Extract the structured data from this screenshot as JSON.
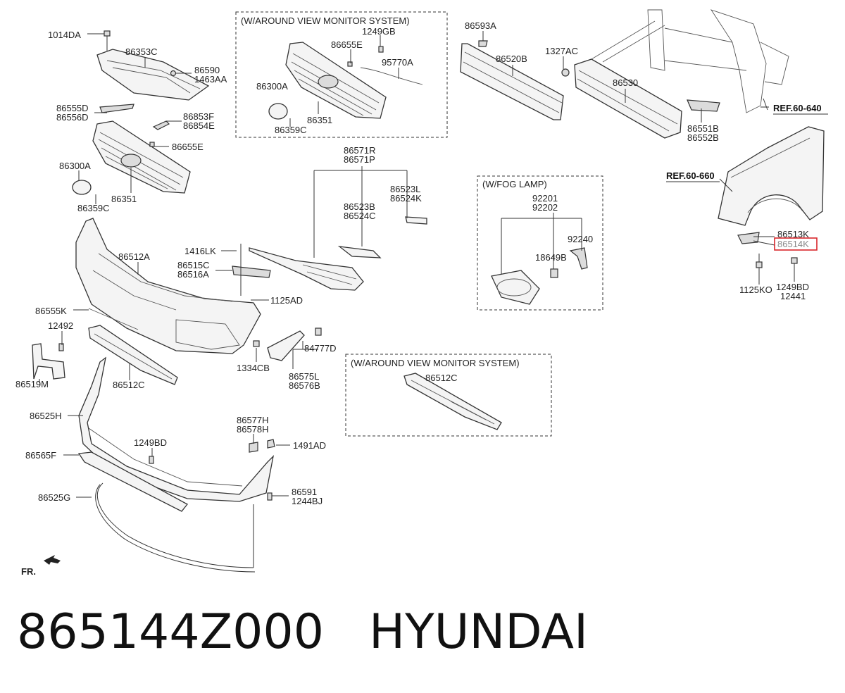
{
  "boxes": {
    "avm_top": "(W/AROUND VIEW MONITOR SYSTEM)",
    "fog": "(W/FOG LAMP)",
    "avm_bottom": "(W/AROUND VIEW MONITOR SYSTEM)"
  },
  "refs": {
    "ref640": "REF.60-640",
    "ref660": "REF.60-660"
  },
  "fr": "FR.",
  "labels": {
    "l1014DA": "1014DA",
    "l86353C": "86353C",
    "l86590": "86590",
    "l1463AA": "1463AA",
    "l86555D": "86555D",
    "l86556D": "86556D",
    "l86853F": "86853F",
    "l86854E": "86854E",
    "l86655E_a": "86655E",
    "l86300A_a": "86300A",
    "l86351_a": "86351",
    "l86359C_a": "86359C",
    "l1249GB": "1249GB",
    "l86655E_b": "86655E",
    "l95770A": "95770A",
    "l86300A_b": "86300A",
    "l86351_b": "86351",
    "l86359C_b": "86359C",
    "l86593A": "86593A",
    "l86520B": "86520B",
    "l1327AC": "1327AC",
    "l86530": "86530",
    "l86551B": "86551B",
    "l86552B": "86552B",
    "l86571R": "86571R",
    "l86571P": "86571P",
    "l86523L": "86523L",
    "l86524K": "86524K",
    "l86523B": "86523B",
    "l86524C": "86524C",
    "l92201": "92201",
    "l92202": "92202",
    "l92240": "92240",
    "l18649B": "18649B",
    "l86513K": "86513K",
    "l86514K": "86514K",
    "l1125KO": "1125KO",
    "l1249BD_a": "1249BD",
    "l12441": "12441",
    "l86512A": "86512A",
    "l1416LK": "1416LK",
    "l86515C": "86515C",
    "l86516A": "86516A",
    "l1125AD": "1125AD",
    "l86555K": "86555K",
    "l12492": "12492",
    "l86519M": "86519M",
    "l86512C_a": "86512C",
    "l1334CB": "1334CB",
    "l84777D": "84777D",
    "l86575L": "86575L",
    "l86576B": "86576B",
    "l86512C_b": "86512C",
    "l86525H": "86525H",
    "l86577H": "86577H",
    "l86578H": "86578H",
    "l1249BD_b": "1249BD",
    "l1491AD": "1491AD",
    "l86565F": "86565F",
    "l86591": "86591",
    "l1244BJ": "1244BJ",
    "l86525G": "86525G"
  },
  "highlight_color": "#d9262b",
  "caption": {
    "part_number": "865144Z000",
    "brand": "HYUNDAI"
  }
}
